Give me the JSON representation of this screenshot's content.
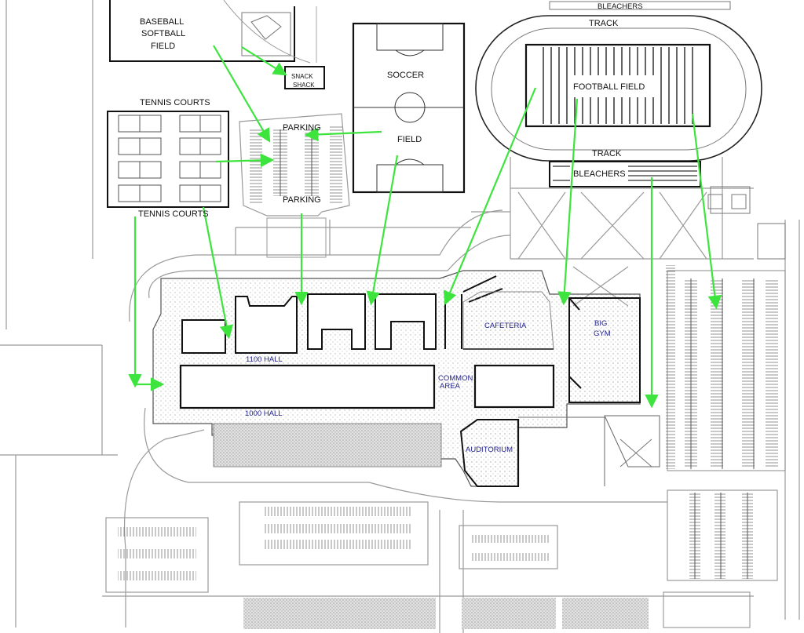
{
  "labels": {
    "baseball": [
      "BASEBALL",
      "SOFTBALL",
      "FIELD"
    ],
    "snack_shack": [
      "SNACK",
      "SHACK"
    ],
    "tennis_top": "TENNIS COURTS",
    "tennis_bottom": "TENNIS COURTS",
    "parking_top": "PARKING",
    "parking_bottom": "PARKING",
    "soccer": "SOCCER",
    "field": "FIELD",
    "bleachers_top": "BLEACHERS",
    "track_top": "TRACK",
    "football": "FOOTBALL FIELD",
    "track_mid": "TRACK",
    "bleachers_mid": "BLEACHERS",
    "cafeteria": "CAFETERIA",
    "big_gym": [
      "BIG",
      "GYM"
    ],
    "hall_1100": "1100 HALL",
    "common_area": [
      "COMMON",
      "AREA"
    ],
    "hall_1000": "1000 HALL",
    "auditorium": "AUDITORIUM"
  },
  "colors": {
    "arrow": "#3ee43e",
    "outline": "#111111",
    "faint": "#9a9a9a",
    "room_label": "#23238c",
    "background": "#ffffff"
  }
}
